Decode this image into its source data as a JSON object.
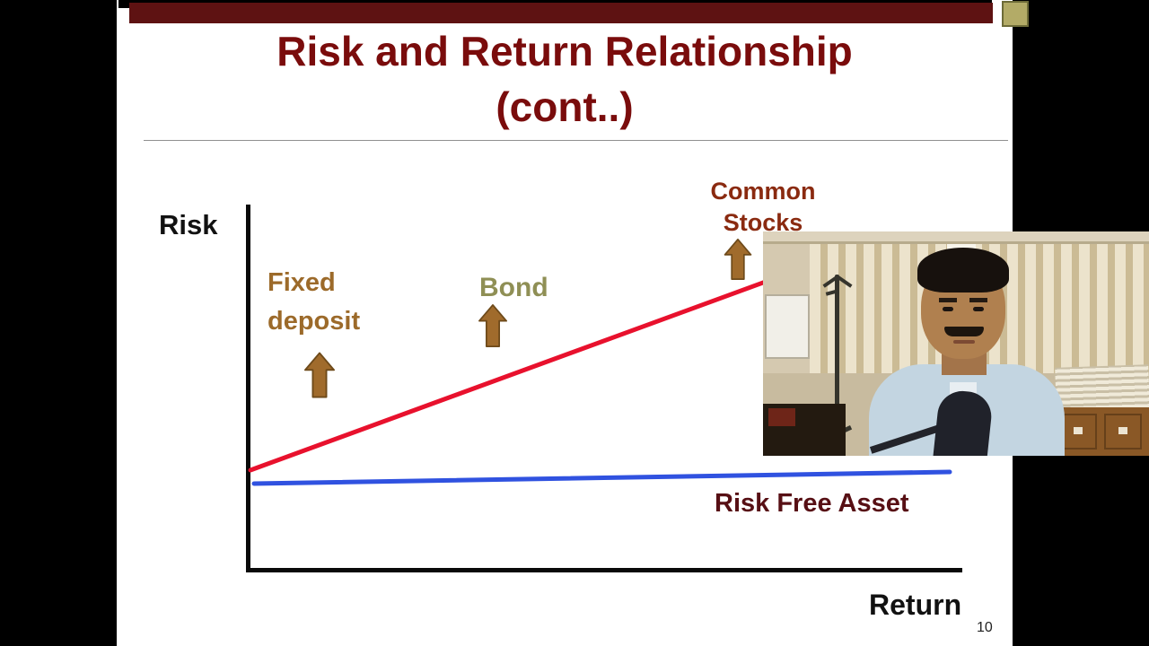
{
  "slide": {
    "title_line1": "Risk and Return Relationship",
    "title_line2": "(cont..)",
    "page_number": "10"
  },
  "chart": {
    "y_axis_label": "Risk",
    "x_axis_label": "Return",
    "labels": {
      "fixed_deposit_line1": "Fixed",
      "fixed_deposit_line2": "deposit",
      "bond": "Bond",
      "common_stocks_line1": "Common",
      "common_stocks_line2": "Stocks",
      "risk_free": "Risk Free Asset"
    }
  },
  "colors": {
    "title_maroon": "#7a0c0c",
    "risky_line_red": "#e8112d",
    "risk_free_blue": "#3052e0",
    "arrow_brown_fill": "#a06b2c",
    "arrow_brown_outline": "#6e4a1a",
    "fixed_deposit_text": "#9c6a2a",
    "bond_text": "#8f8f55",
    "common_stocks_text": "#8a2a10",
    "risk_free_text": "#570f14",
    "top_bar_maroon": "#5e1212",
    "top_square_khaki": "#b3ab67"
  },
  "chart_data": {
    "type": "line",
    "title": "Risk and Return Relationship (cont..)",
    "xlabel": "Return",
    "ylabel": "Risk",
    "grid": false,
    "legend": "none (labels annotated directly on chart)",
    "axes_numeric": false,
    "series": [
      {
        "name": "Risk-return tradeoff (risky assets)",
        "color": "#e8112d",
        "points_normalized": [
          [
            0.0,
            0.28
          ],
          [
            0.72,
            0.78
          ]
        ],
        "shape": "straight upward-sloping line"
      },
      {
        "name": "Risk Free Asset",
        "color": "#3052e0",
        "points_normalized": [
          [
            0.01,
            0.24
          ],
          [
            0.98,
            0.27
          ]
        ],
        "shape": "nearly flat line"
      }
    ],
    "annotations": [
      {
        "label": "Fixed deposit",
        "marker": "up-arrow",
        "x_normalized": 0.1
      },
      {
        "label": "Bond",
        "marker": "up-arrow",
        "x_normalized": 0.34
      },
      {
        "label": "Common Stocks",
        "marker": "up-arrow",
        "x_normalized": 0.69
      },
      {
        "label": "Risk Free Asset",
        "marker": "text",
        "x_normalized": 0.78
      }
    ]
  }
}
